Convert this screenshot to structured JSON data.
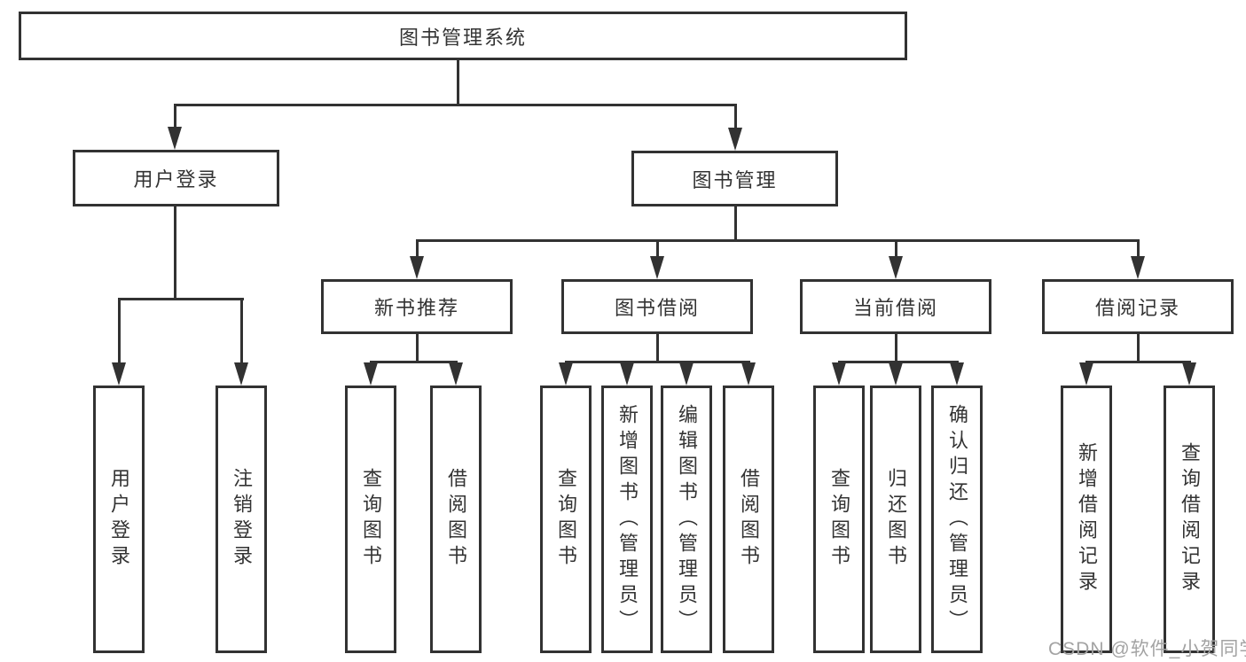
{
  "diagram": {
    "title": "图书管理系统",
    "level2": {
      "user_login": "用户登录",
      "book_mgmt": "图书管理"
    },
    "level3": {
      "new_books": "新书推荐",
      "book_borrow": "图书借阅",
      "current_borrow": "当前借阅",
      "borrow_records": "借阅记录"
    },
    "leaves": {
      "a1": "用户登录",
      "a2": "注销登录",
      "b1": "查询图书",
      "b2": "借阅图书",
      "c1": "查询图书",
      "c2": "新增图书（管理员）",
      "c3": "编辑图书（管理员）",
      "c4": "借阅图书",
      "d1": "查询图书",
      "d2": "归还图书",
      "d3": "确认归还（管理员）",
      "e1": "新增借阅记录",
      "e2": "查询借阅记录"
    }
  },
  "watermark": "CSDN @软件_小贺同学",
  "colors": {
    "line": "#323232",
    "text": "#333333",
    "watermark": "#a3a3a3",
    "background": "#ffffff"
  }
}
